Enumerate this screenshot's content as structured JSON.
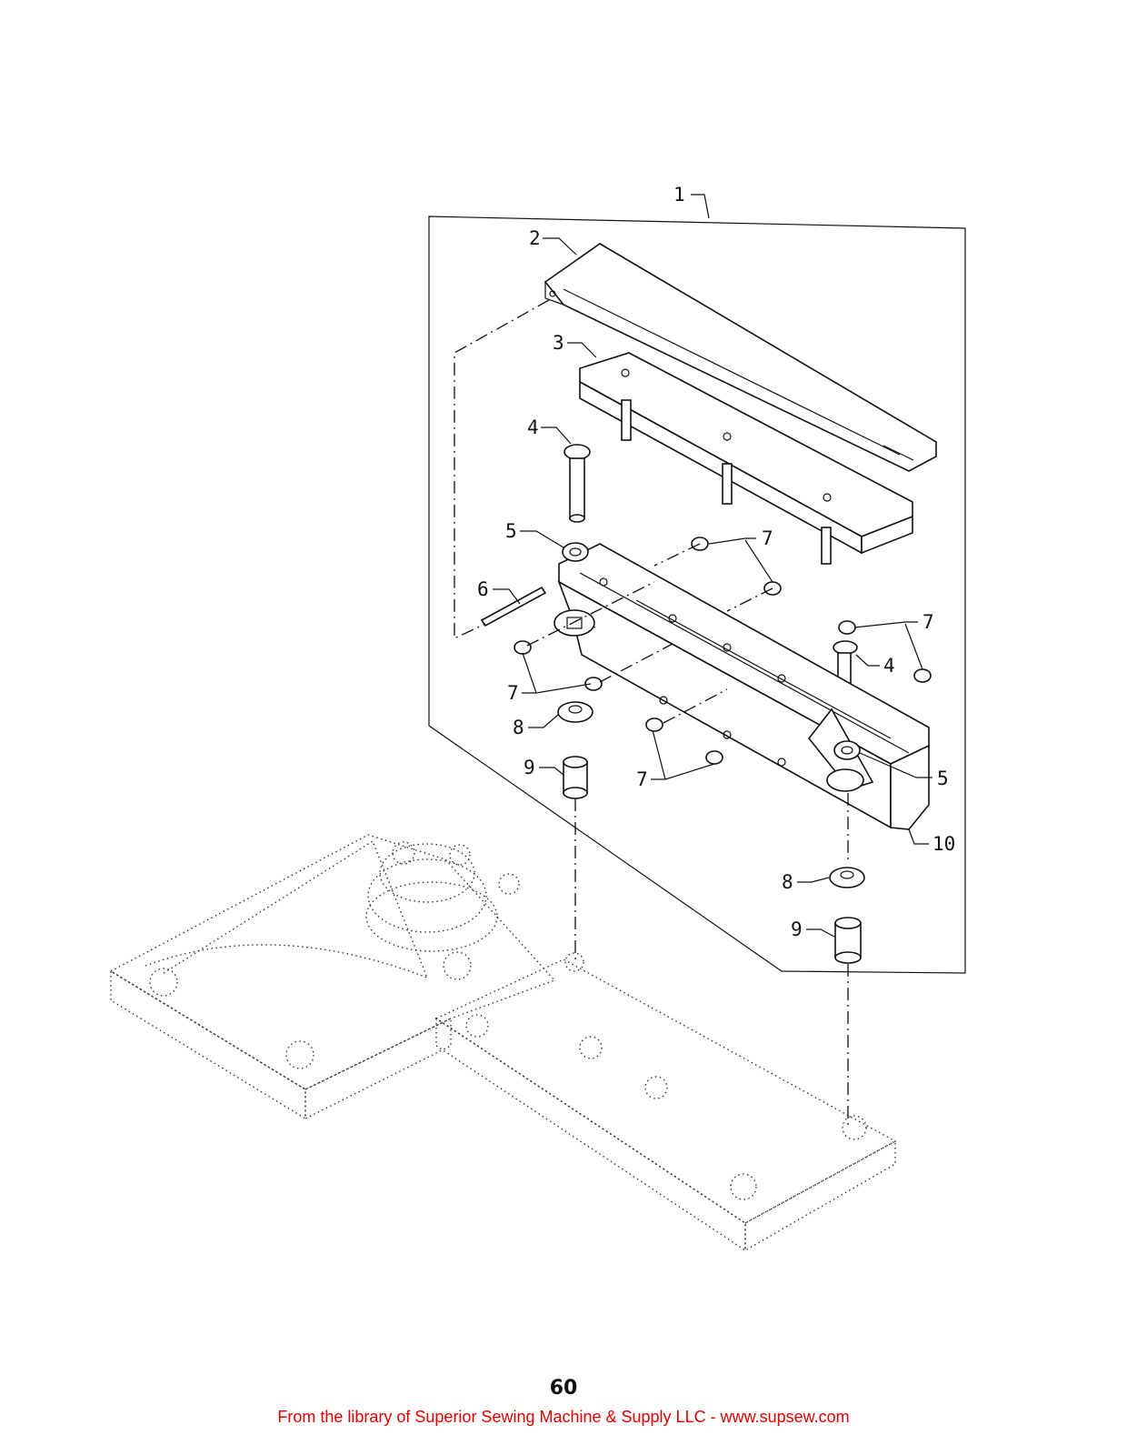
{
  "callouts": {
    "c1": "1",
    "c2": "2",
    "c3": "3",
    "c4a": "4",
    "c4b": "4",
    "c5a": "5",
    "c5b": "5",
    "c6": "6",
    "c7a": "7",
    "c7b": "7",
    "c7c": "7",
    "c7d": "7",
    "c8a": "8",
    "c8b": "8",
    "c9a": "9",
    "c9b": "9",
    "c10": "10"
  },
  "page_number": "60",
  "footer": "From the library of Superior Sewing Machine & Supply LLC - www.supsew.com",
  "colors": {
    "footer_text": "#e00000",
    "line_art": "#111111"
  }
}
